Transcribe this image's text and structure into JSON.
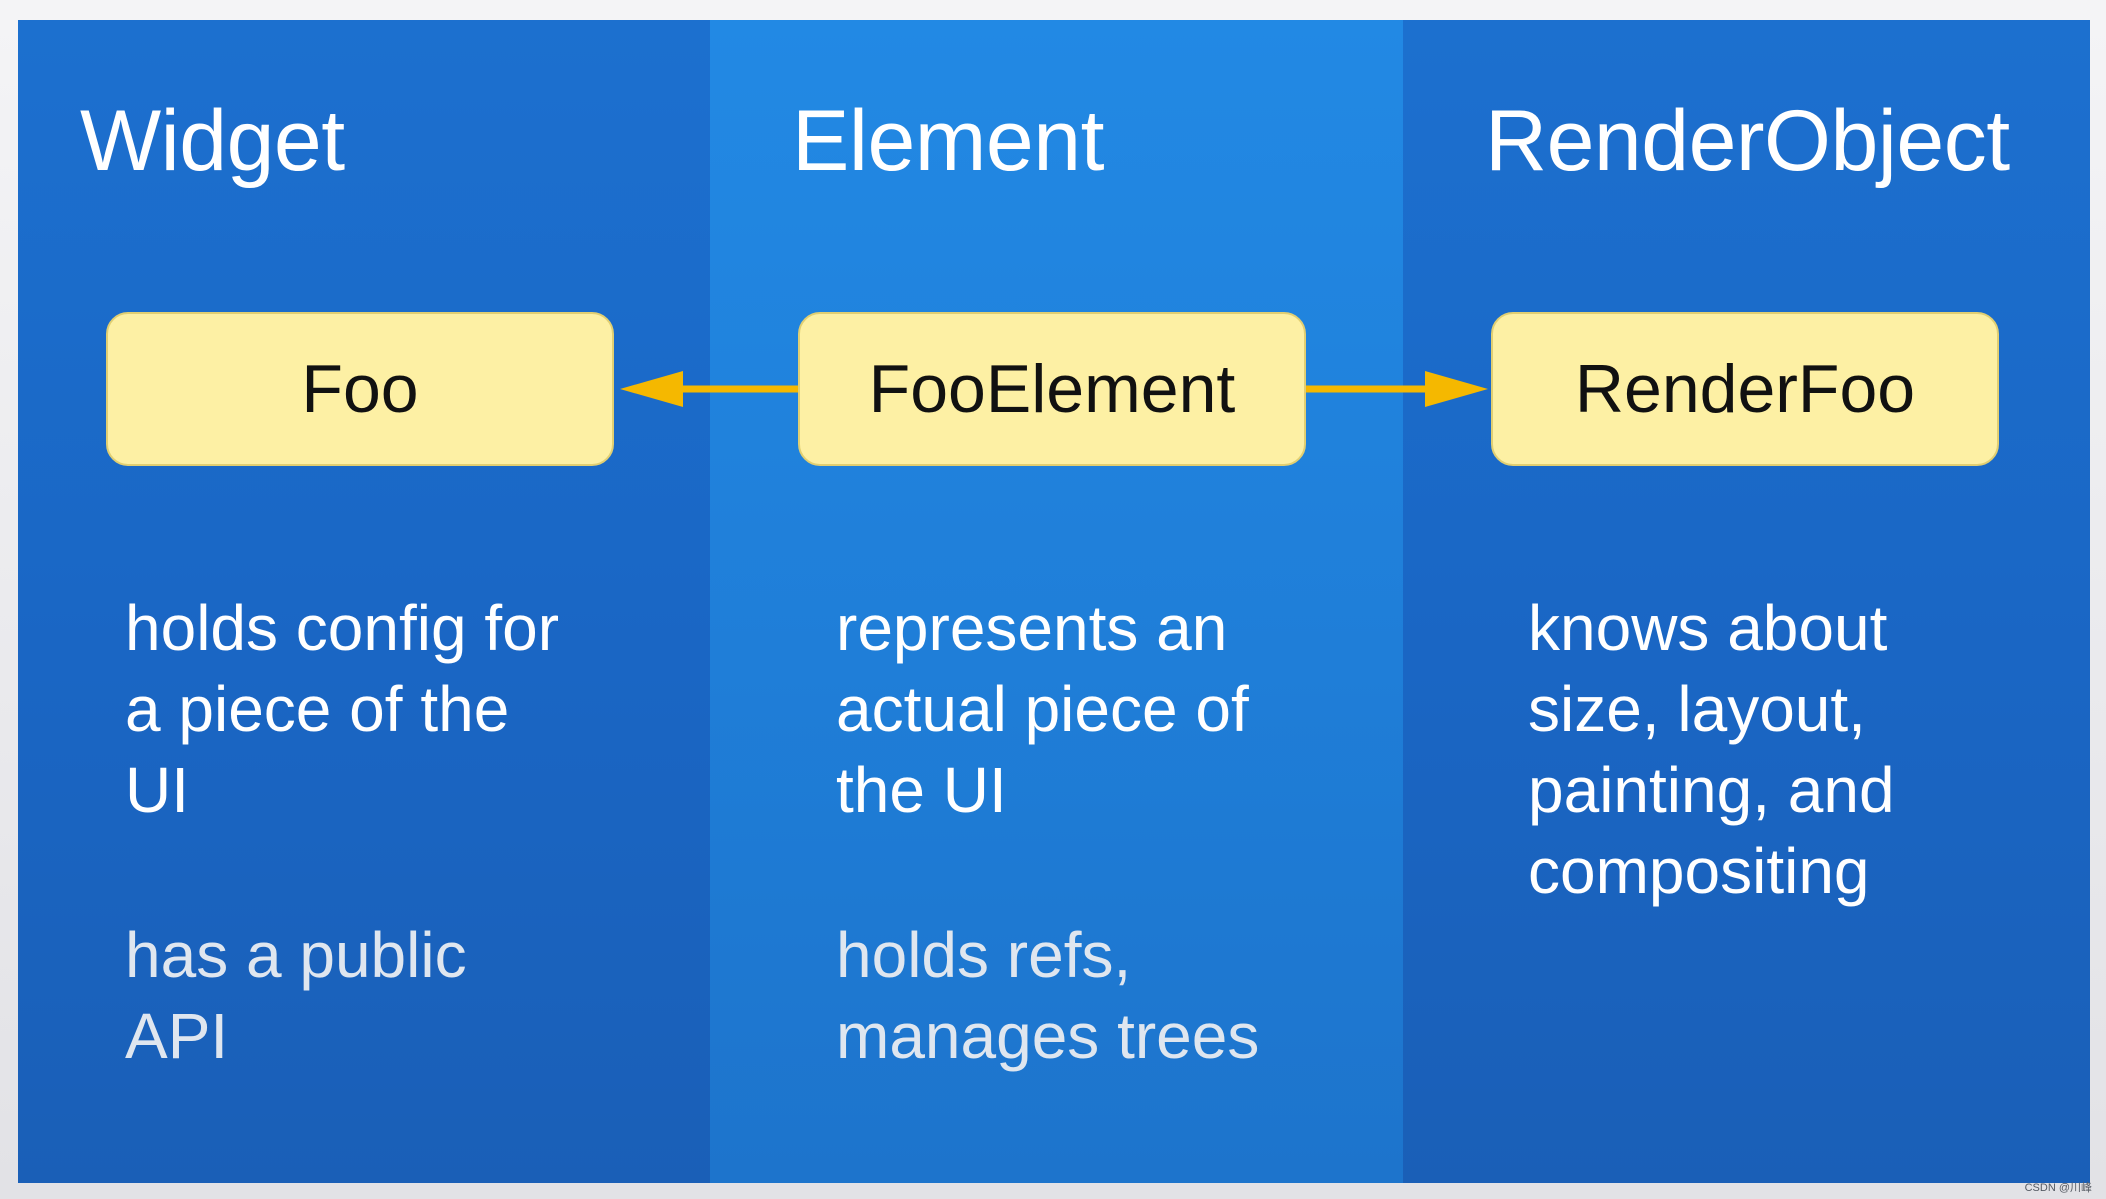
{
  "columns": [
    {
      "title": "Widget",
      "box_label": "Foo",
      "description_primary": "holds config for\na piece of the\nUI",
      "description_secondary": "has a public\nAPI"
    },
    {
      "title": "Element",
      "box_label": "FooElement",
      "description_primary": "represents an\nactual piece of\nthe UI",
      "description_secondary": "holds refs,\nmanages trees"
    },
    {
      "title": "RenderObject",
      "box_label": "RenderFoo",
      "description_primary": "knows about\nsize, layout,\npainting, and\ncompositing",
      "description_secondary": ""
    }
  ],
  "arrows": [
    {
      "from": "FooElement",
      "to": "Foo",
      "color": "#f5b800"
    },
    {
      "from": "FooElement",
      "to": "RenderFoo",
      "color": "#f5b800"
    }
  ],
  "colors": {
    "outer_column": "#1a66c4",
    "middle_column": "#1f7ed8",
    "box_fill": "#fdf0a4",
    "arrow": "#f5b800"
  },
  "watermark": "CSDN @川峰"
}
